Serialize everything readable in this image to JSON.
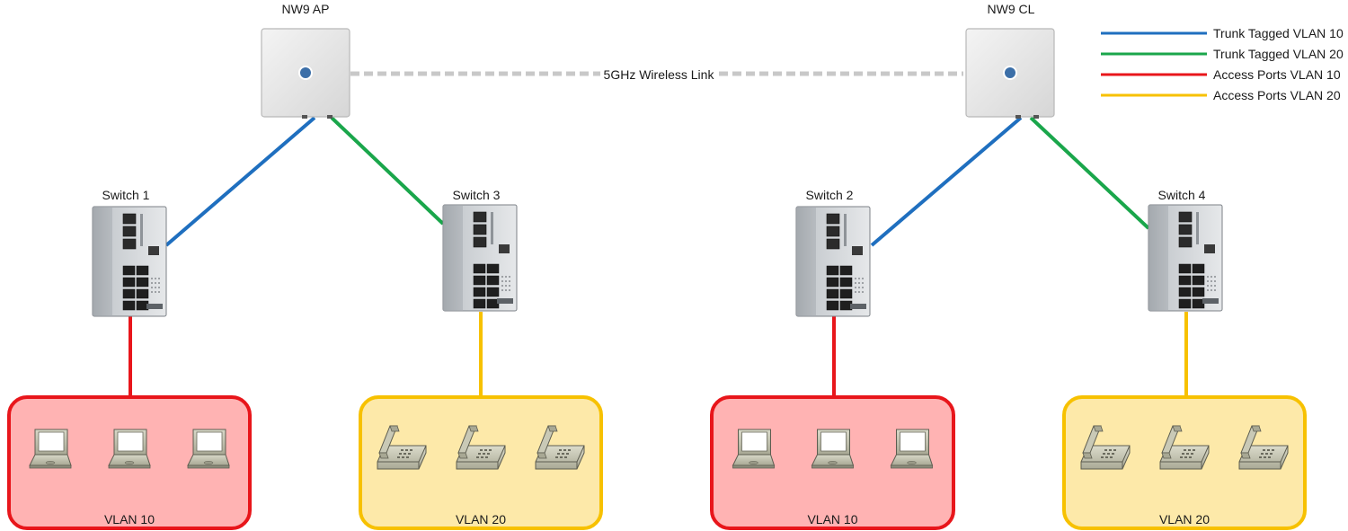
{
  "access_points": [
    {
      "label": "NW9 AP"
    },
    {
      "label": "NW9 CL"
    }
  ],
  "wireless_link_label": "5GHz Wireless Link",
  "switches": [
    {
      "label": "Switch 1"
    },
    {
      "label": "Switch 3"
    },
    {
      "label": "Switch 2"
    },
    {
      "label": "Switch 4"
    }
  ],
  "groups": [
    {
      "label": "VLAN 10",
      "device": "laptop"
    },
    {
      "label": "VLAN 20",
      "device": "phone"
    },
    {
      "label": "VLAN 10",
      "device": "laptop"
    },
    {
      "label": "VLAN 20",
      "device": "phone"
    }
  ],
  "legend": [
    {
      "label": "Trunk Tagged VLAN 10",
      "color": "#1f6fbf"
    },
    {
      "label": "Trunk Tagged VLAN 20",
      "color": "#1aa64b"
    },
    {
      "label": "Access Ports VLAN 10",
      "color": "#e8161b"
    },
    {
      "label": "Access Ports VLAN 20",
      "color": "#f7c100"
    }
  ],
  "colors": {
    "trunk_vlan10": "#1f6fbf",
    "trunk_vlan20": "#1aa64b",
    "access_vlan10": "#e8161b",
    "access_vlan20": "#f7c100",
    "vlan10_fill": "#ffb3b3",
    "vlan20_fill": "#fde9a9",
    "wireless_link": "#c8c8c8"
  }
}
